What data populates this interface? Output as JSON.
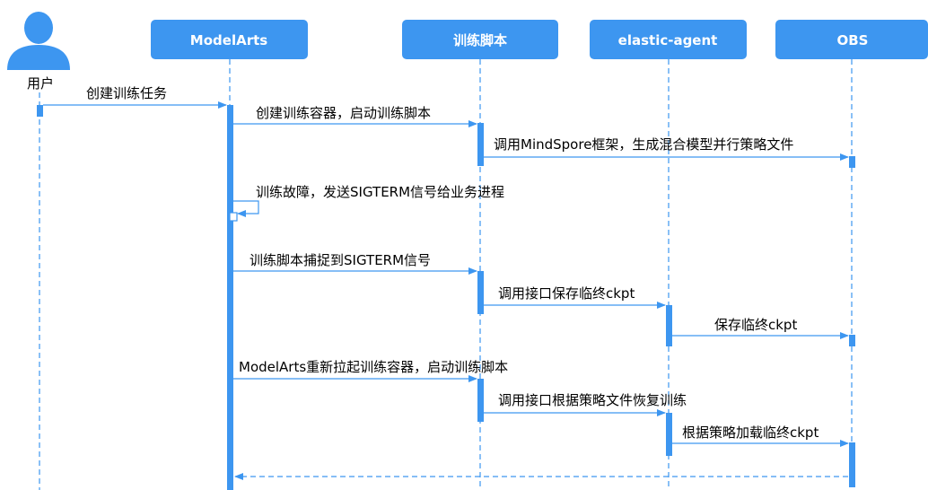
{
  "colors": {
    "accent": "#3d96f0",
    "text": "#000000",
    "background": "#ffffff"
  },
  "actor": {
    "label": "用户",
    "icon": "user-icon"
  },
  "participants": [
    {
      "id": "modelarts",
      "label": "ModelArts"
    },
    {
      "id": "script",
      "label": "训练脚本"
    },
    {
      "id": "agent",
      "label": "elastic-agent"
    },
    {
      "id": "obs",
      "label": "OBS"
    }
  ],
  "messages": [
    {
      "from": "user",
      "to": "modelarts",
      "text": "创建训练任务",
      "style": "solid"
    },
    {
      "from": "modelarts",
      "to": "script",
      "text": "创建训练容器，启动训练脚本",
      "style": "solid"
    },
    {
      "from": "script",
      "to": "obs",
      "text": "调用MindSpore框架，生成混合模型并行策略文件",
      "style": "solid"
    },
    {
      "from": "modelarts",
      "to": "modelarts",
      "text": "训练故障，发送SIGTERM信号给业务进程",
      "style": "solid"
    },
    {
      "from": "modelarts",
      "to": "script",
      "text": "训练脚本捕捉到SIGTERM信号",
      "style": "solid"
    },
    {
      "from": "script",
      "to": "agent",
      "text": "调用接口保存临终ckpt",
      "style": "solid"
    },
    {
      "from": "agent",
      "to": "obs",
      "text": "保存临终ckpt",
      "style": "solid"
    },
    {
      "from": "modelarts",
      "to": "script",
      "text": "ModelArts重新拉起训练容器，启动训练脚本",
      "style": "solid"
    },
    {
      "from": "script",
      "to": "agent",
      "text": "调用接口根据策略文件恢复训练",
      "style": "solid"
    },
    {
      "from": "agent",
      "to": "obs",
      "text": "根据策略加载临终ckpt",
      "style": "solid"
    },
    {
      "from": "obs",
      "to": "modelarts",
      "text": "",
      "style": "dashed"
    }
  ]
}
